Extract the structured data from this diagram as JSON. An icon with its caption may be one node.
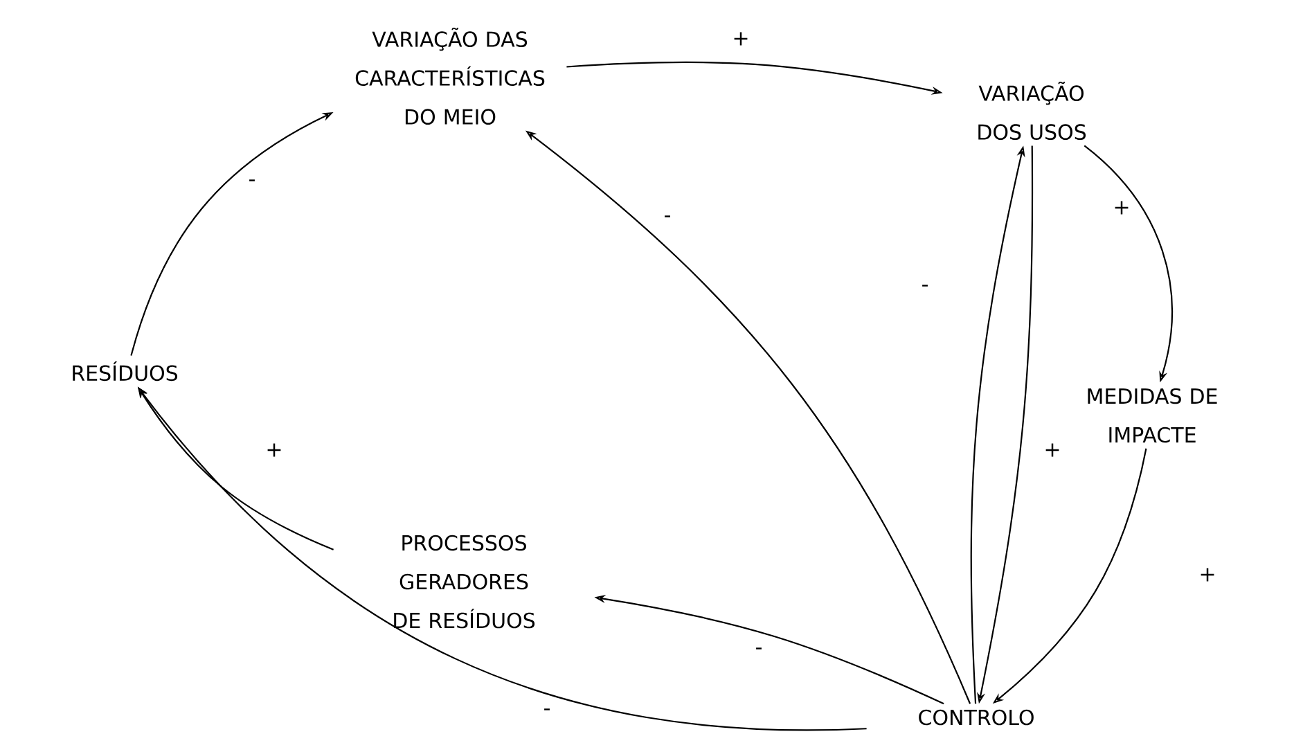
{
  "diagram": {
    "nodes": [
      {
        "text": [
          "VARIAÇÃO DAS CARACTERÍSTICAS DO MEIO"
        ]
      },
      {
        "text": [
          "VARIAÇÃO DOS USOS"
        ]
      },
      {
        "text": [
          "MEDIDAS DE IMPACTE"
        ]
      },
      {
        "text": [
          "RESÍDUOS"
        ]
      },
      {
        "text": [
          "PROCESSOS GERADORES DE RESÍDUOS"
        ]
      },
      {
        "text": [
          "CONTROLO"
        ]
      }
    ],
    "edges": [
      {
        "from": 0,
        "to": 1,
        "arrow": "to",
        "label": "+"
      },
      {
        "from": 1,
        "to": 2,
        "arrow": "to",
        "label": "+"
      },
      {
        "from": 2,
        "to": 5,
        "arrow": "to",
        "label": "+"
      },
      {
        "from": 5,
        "to": 1,
        "arrow": "to",
        "label": "-"
      },
      {
        "from": 1,
        "to": 5,
        "arrow": "to",
        "label": "+"
      },
      {
        "from": 5,
        "to": 0,
        "arrow": "to",
        "label": "-"
      },
      {
        "from": 5,
        "to": 4,
        "arrow": "to",
        "label": "-"
      },
      {
        "from": 5,
        "to": 3,
        "arrow": "to",
        "label": "-"
      },
      {
        "from": 4,
        "to": 3,
        "arrow": "to",
        "label": "+"
      },
      {
        "from": 3,
        "to": 0,
        "arrow": "to",
        "label": "-"
      }
    ]
  }
}
